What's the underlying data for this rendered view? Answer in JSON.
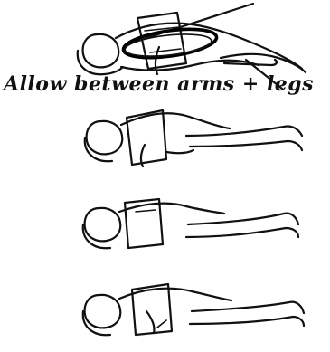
{
  "annotation": {
    "text": "Allow between arms + legs"
  },
  "figures": [
    {
      "name": "figure-1-pillow-between-arms-and-legs"
    },
    {
      "name": "figure-2-pillow-under-chest"
    },
    {
      "name": "figure-3-pillow-under-torso"
    },
    {
      "name": "figure-4-pillow-under-hips"
    }
  ],
  "colors": {
    "ink": "#111111",
    "background": "#ffffff"
  }
}
